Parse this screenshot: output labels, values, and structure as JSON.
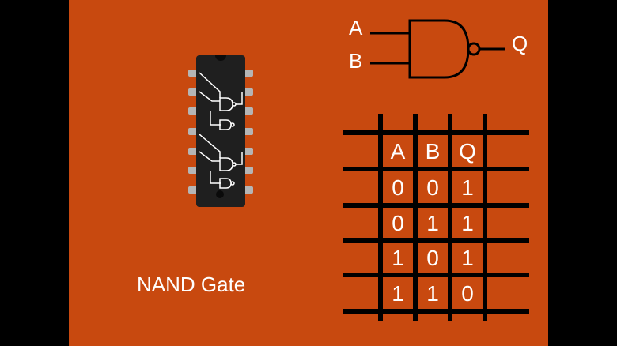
{
  "title": "NAND Gate",
  "gate": {
    "input_a_label": "A",
    "input_b_label": "B",
    "output_label": "Q"
  },
  "truth_table": {
    "headers": [
      "A",
      "B",
      "Q"
    ],
    "rows": [
      [
        "0",
        "0",
        "1"
      ],
      [
        "0",
        "1",
        "1"
      ],
      [
        "1",
        "0",
        "1"
      ],
      [
        "1",
        "1",
        "0"
      ]
    ]
  },
  "colors": {
    "background": "#c8490f",
    "frame": "#000000",
    "chip_body": "#1c1c1c",
    "chip_pin": "#b8b8b8",
    "text": "#ffffff"
  },
  "icons": [
    "nand-gate-symbol-icon",
    "ic-chip-icon"
  ]
}
